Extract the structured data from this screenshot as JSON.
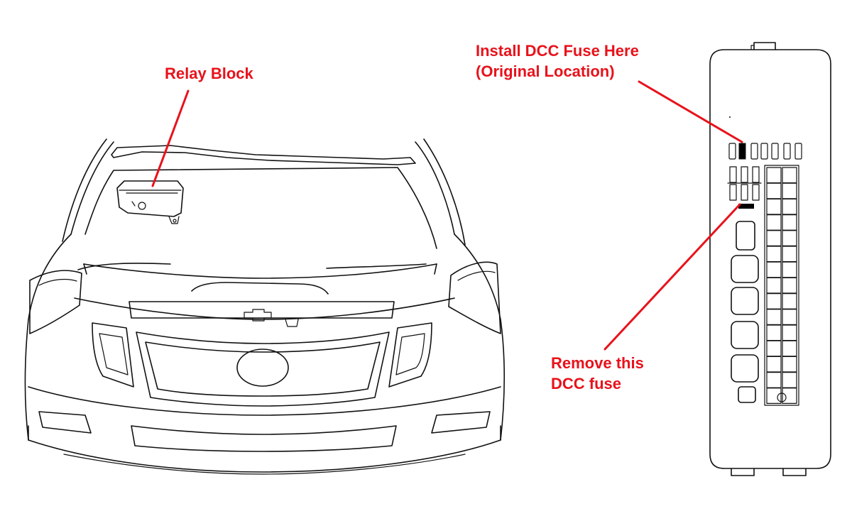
{
  "labels": {
    "relay_block": "Relay Block",
    "install_line1": "Install DCC Fuse Here",
    "install_line2": "(Original Location)",
    "remove_line1": "Remove this",
    "remove_line2": "DCC fuse"
  },
  "colors": {
    "callout_text": "#e8121b",
    "leader_line": "#e8121b",
    "line_art": "#111111",
    "background": "#ffffff",
    "fuse_fill": "#000000"
  }
}
